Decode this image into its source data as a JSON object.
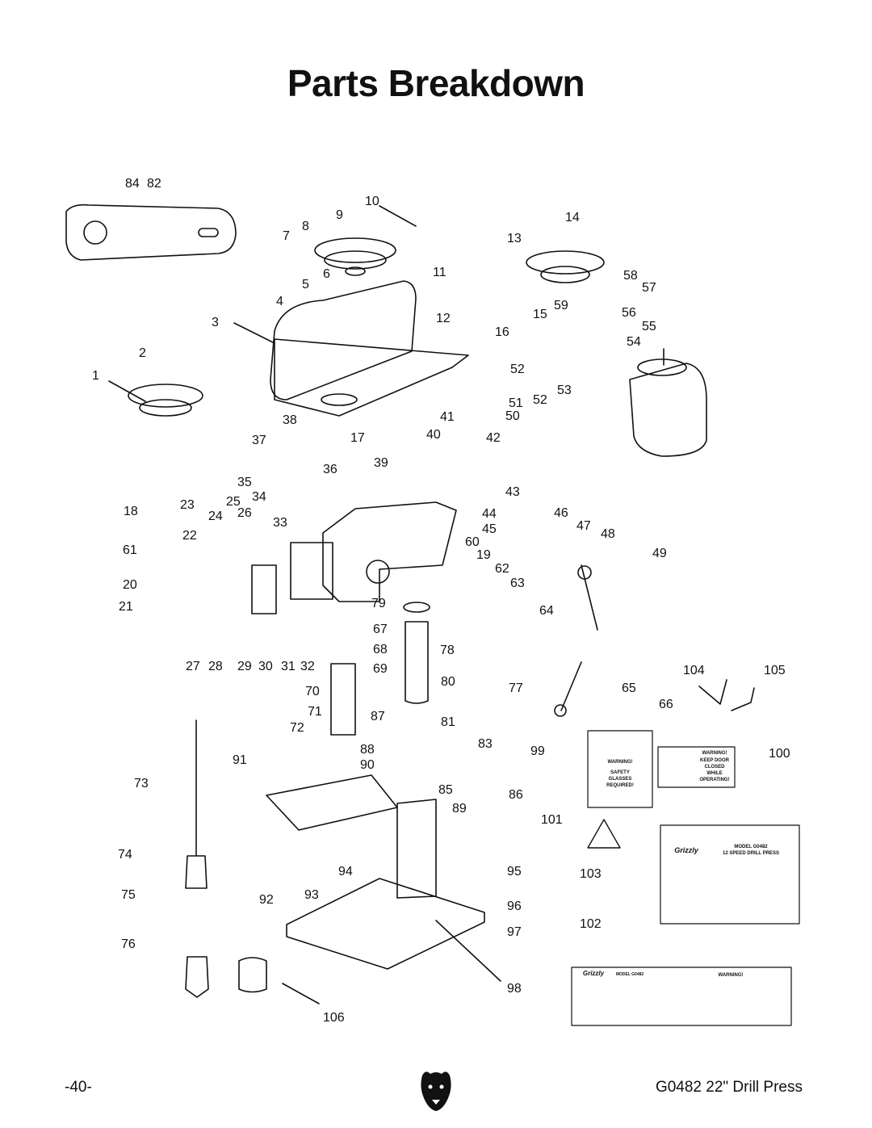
{
  "page": {
    "title": "Parts Breakdown",
    "page_number": "-40-",
    "model_name": "G0482 22\" Drill Press"
  },
  "callouts": [
    "84",
    "82",
    "10",
    "9",
    "8",
    "7",
    "14",
    "13",
    "6",
    "11",
    "5",
    "58",
    "4",
    "59",
    "57",
    "3",
    "12",
    "15",
    "56",
    "16",
    "55",
    "54",
    "2",
    "1",
    "52",
    "53",
    "52",
    "51",
    "50",
    "38",
    "41",
    "37",
    "17",
    "40",
    "42",
    "36",
    "39",
    "35",
    "43",
    "34",
    "25",
    "18",
    "23",
    "24",
    "26",
    "33",
    "44",
    "46",
    "45",
    "22",
    "47",
    "48",
    "60",
    "61",
    "19",
    "49",
    "62",
    "20",
    "63",
    "21",
    "79",
    "64",
    "67",
    "27",
    "28",
    "29",
    "30",
    "31",
    "32",
    "68",
    "78",
    "69",
    "104",
    "105",
    "80",
    "70",
    "77",
    "65",
    "66",
    "71",
    "87",
    "81",
    "72",
    "83",
    "99",
    "100",
    "88",
    "91",
    "90",
    "73",
    "85",
    "86",
    "89",
    "101",
    "74",
    "94",
    "95",
    "103",
    "75",
    "93",
    "92",
    "96",
    "102",
    "76",
    "97",
    "98",
    "106"
  ],
  "labels": {
    "warning_safety": {
      "head": "WARNING!",
      "lines": [
        "SAFETY",
        "GLASSES",
        "REQUIRED!"
      ]
    },
    "warning_door": {
      "head": "WARNING!",
      "lines": [
        "KEEP DOOR",
        "CLOSED",
        "WHILE",
        "OPERATING!"
      ]
    },
    "speed_chart": {
      "model": "MODEL G0482",
      "subtitle": "12 SPEED DRILL PRESS",
      "brand": "Grizzly"
    },
    "id_plate": {
      "brand": "Grizzly",
      "model": "MODEL G0482",
      "warning": "WARNING!"
    }
  },
  "colors": {
    "ink": "#111111",
    "background": "#ffffff"
  }
}
